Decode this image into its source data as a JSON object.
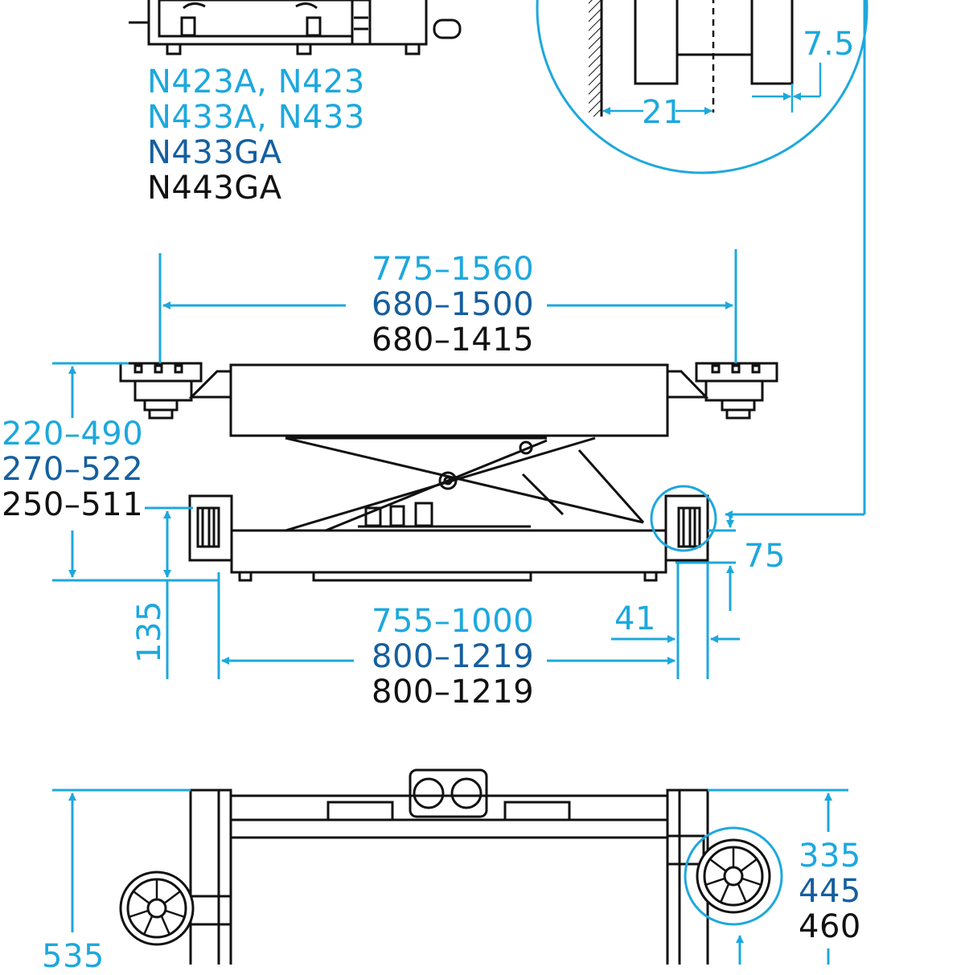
{
  "colors": {
    "light": "#1da8dd",
    "dark": "#155f9f",
    "black": "#111111"
  },
  "models": {
    "line1": "N423A, N423",
    "line2": "N433A, N433",
    "line3": "N433GA",
    "line4": "N443GA"
  },
  "detail": {
    "gap": "7.5",
    "offset": "21"
  },
  "top_width": {
    "light": "775–1560",
    "dark": "680–1500",
    "black": "680–1415"
  },
  "height": {
    "light": "220–490",
    "dark": "270–522",
    "black": "250–511"
  },
  "side": {
    "base_height": "135",
    "roller": "75",
    "roller_width": "41"
  },
  "bottom_width": {
    "light": "755–1000",
    "dark": "800–1219",
    "black": "800–1219"
  },
  "lower": {
    "depth": {
      "light": "335",
      "dark": "445",
      "black": "460"
    },
    "total": "535"
  }
}
